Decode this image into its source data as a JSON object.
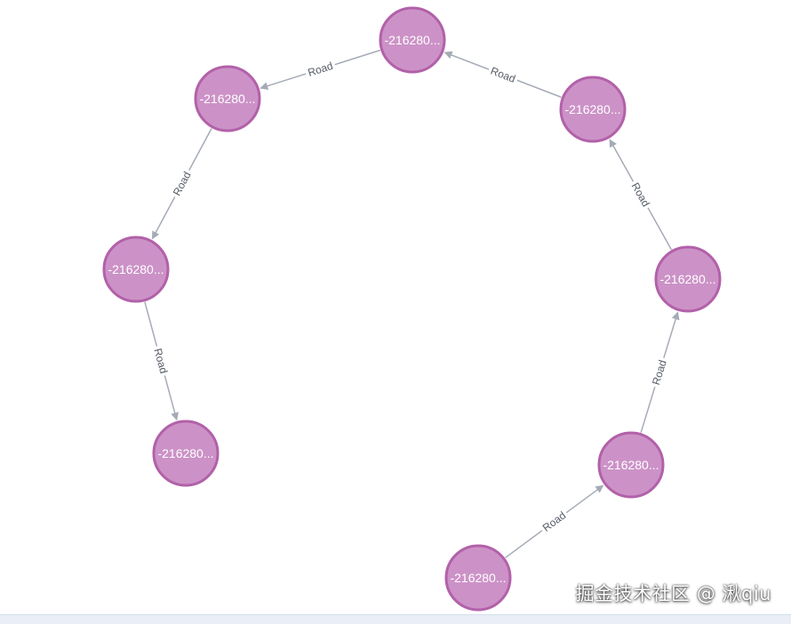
{
  "graph": {
    "nodes": [
      {
        "id": "n1",
        "label": "-216280..."
      },
      {
        "id": "n2",
        "label": "-216280..."
      },
      {
        "id": "n3",
        "label": "-216280..."
      },
      {
        "id": "n4",
        "label": "-216280..."
      },
      {
        "id": "n5",
        "label": "-216280..."
      },
      {
        "id": "n6",
        "label": "-216280..."
      },
      {
        "id": "n7",
        "label": "-216280..."
      },
      {
        "id": "n8",
        "label": "-216280..."
      }
    ],
    "edges": [
      {
        "from": "n8",
        "to": "n7",
        "label": "Road"
      },
      {
        "from": "n7",
        "to": "n6",
        "label": "Road"
      },
      {
        "from": "n6",
        "to": "n5",
        "label": "Road"
      },
      {
        "from": "n5",
        "to": "n1",
        "label": "Road"
      },
      {
        "from": "n1",
        "to": "n2",
        "label": "Road"
      },
      {
        "from": "n2",
        "to": "n3",
        "label": "Road"
      },
      {
        "from": "n3",
        "to": "n4",
        "label": "Road"
      }
    ],
    "colors": {
      "node_fill": "#cc92c7",
      "node_stroke": "#b261a9",
      "edge": "#a5abb6",
      "edge_label": "#555b66"
    }
  },
  "watermark": {
    "text": "掘金技术社区 @ 湫qiu"
  }
}
